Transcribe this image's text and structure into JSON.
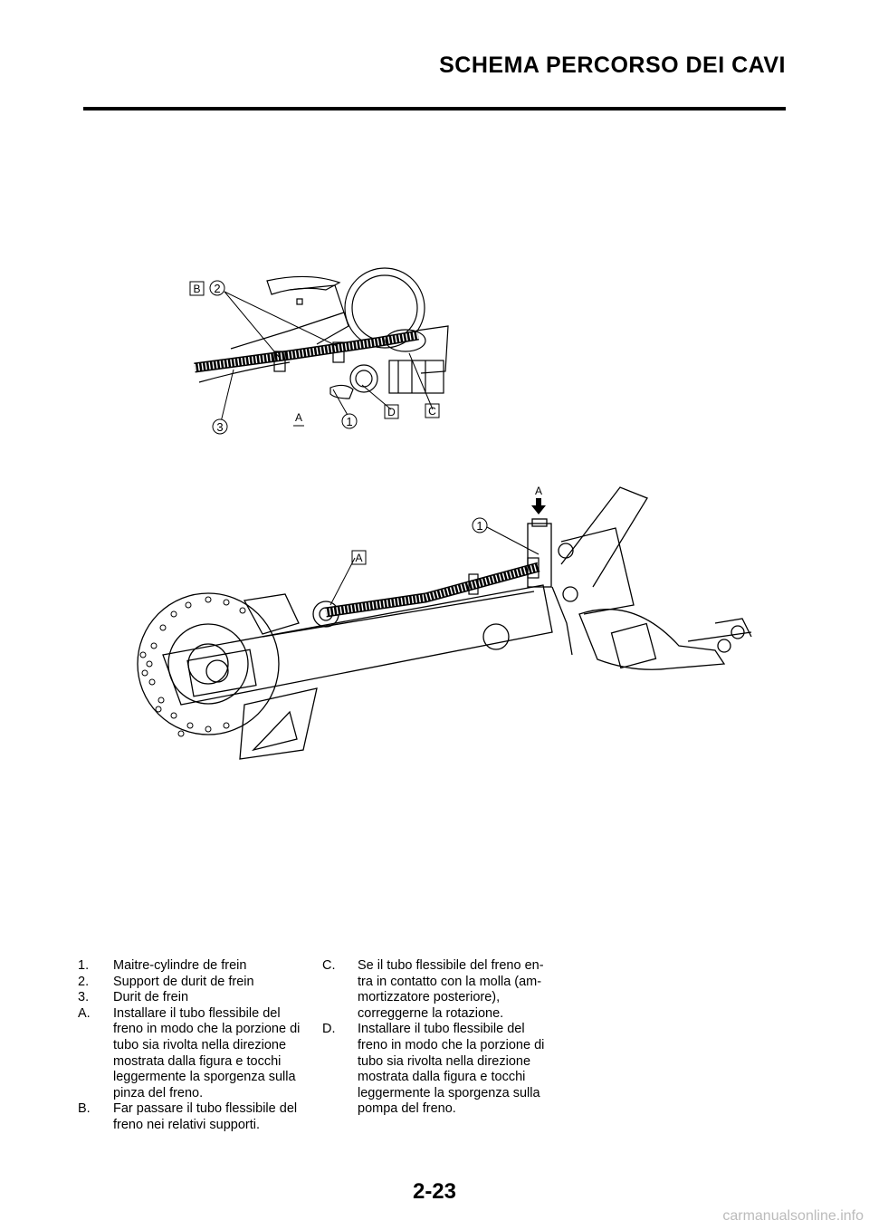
{
  "header": {
    "title": "SCHEMA PERCORSO DEI CAVI"
  },
  "figure_top": {
    "callouts": {
      "B": "B",
      "two": "2",
      "three": "3",
      "A": "A",
      "one": "1",
      "D": "D",
      "C": "C"
    }
  },
  "figure_bottom": {
    "callouts": {
      "A_arrow": "A",
      "one": "1",
      "A_box": "A"
    }
  },
  "legend_left": [
    {
      "key": "1.",
      "text": "Maitre-cylindre de frein"
    },
    {
      "key": "2.",
      "text": "Support de durit de frein"
    },
    {
      "key": "3.",
      "text": "Durit de frein"
    },
    {
      "key": "A.",
      "lines": [
        "Installare il tubo flessibile del",
        "freno in modo che la porzione di",
        "tubo sia rivolta nella direzione",
        "mostrata dalla figura e tocchi",
        "leggermente la sporgenza sulla",
        "pinza del freno."
      ]
    },
    {
      "key": "B.",
      "lines": [
        "Far passare il tubo flessibile del",
        "freno nei relativi supporti."
      ]
    }
  ],
  "legend_right": [
    {
      "key": "C.",
      "lines": [
        "Se il tubo flessibile del freno en-",
        "tra in contatto con la molla (am-",
        "mortizzatore posteriore),",
        "correggerne la rotazione."
      ]
    },
    {
      "key": "D.",
      "lines": [
        "Installare il tubo flessibile del",
        "freno in modo che la porzione di",
        "tubo sia rivolta nella direzione",
        "mostrata dalla figura e tocchi",
        "leggermente la sporgenza sulla",
        "pompa del freno."
      ]
    }
  ],
  "footer": {
    "page_number": "2-23",
    "watermark": "carmanualsonline.info"
  }
}
